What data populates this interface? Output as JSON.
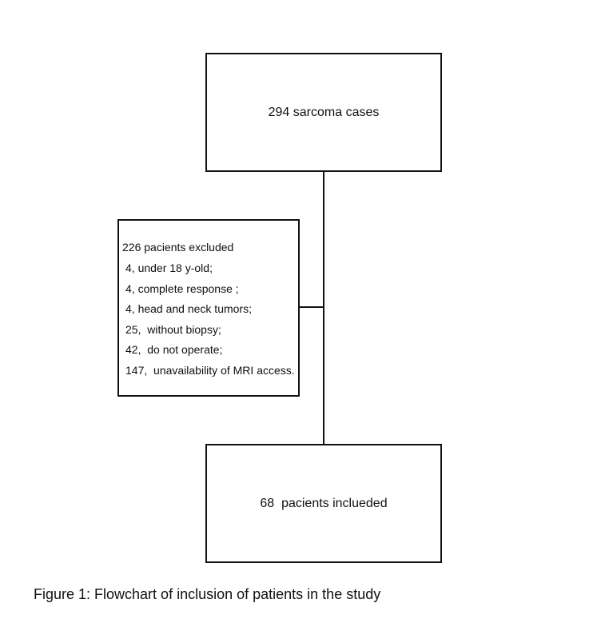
{
  "flowchart": {
    "start": {
      "label": "294 sarcoma cases"
    },
    "excluded": {
      "title": "226 pacients excluded",
      "items": [
        "4, under 18 y-old;",
        "4, complete response ;",
        "4, head and neck tumors;",
        "25,  without biopsy;",
        "42,  do not operate;",
        "147,  unavailability of MRI access."
      ]
    },
    "end": {
      "label": "68  pacients inclueded"
    }
  },
  "caption": "Figure 1: Flowchart of inclusion of patients in the study"
}
